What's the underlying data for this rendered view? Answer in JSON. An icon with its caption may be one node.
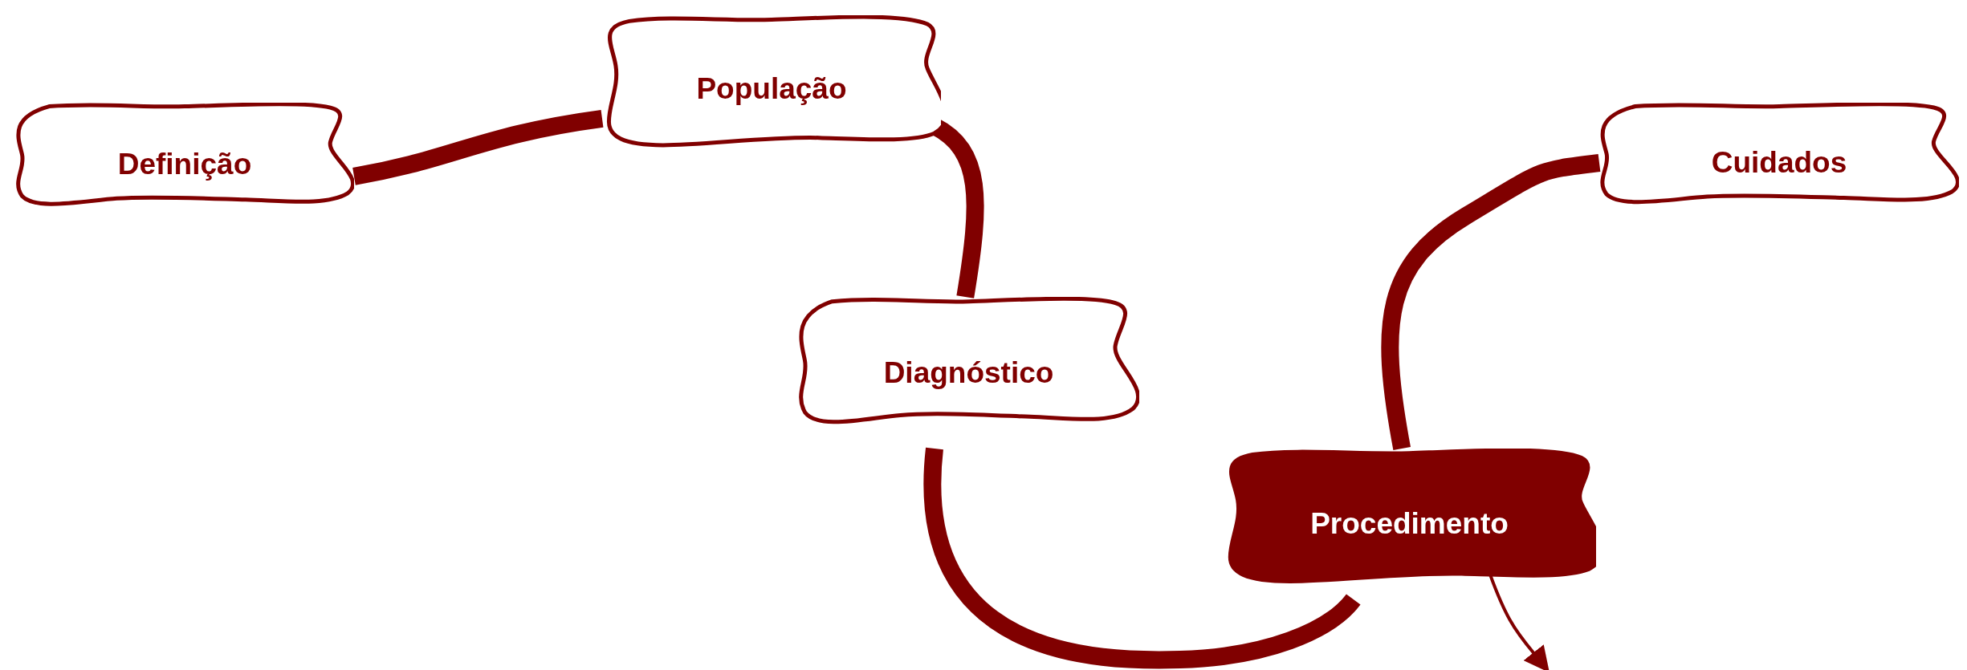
{
  "diagram": {
    "nodes": [
      {
        "text": [
          "Definição"
        ]
      },
      {
        "text": [
          "População"
        ]
      },
      {
        "text": [
          "Diagnóstico"
        ]
      },
      {
        "text": [
          "Procedimento"
        ]
      },
      {
        "text": [
          "Cuidados"
        ]
      }
    ],
    "edges": [
      {
        "from": 0,
        "to": 1,
        "arrow": "none"
      },
      {
        "from": 1,
        "to": 2,
        "arrow": "none"
      },
      {
        "from": 2,
        "to": 3,
        "arrow": "none"
      },
      {
        "from": 3,
        "to": 4,
        "arrow": "none"
      },
      {
        "from": 3,
        "to": null,
        "arrow": "to"
      }
    ]
  }
}
